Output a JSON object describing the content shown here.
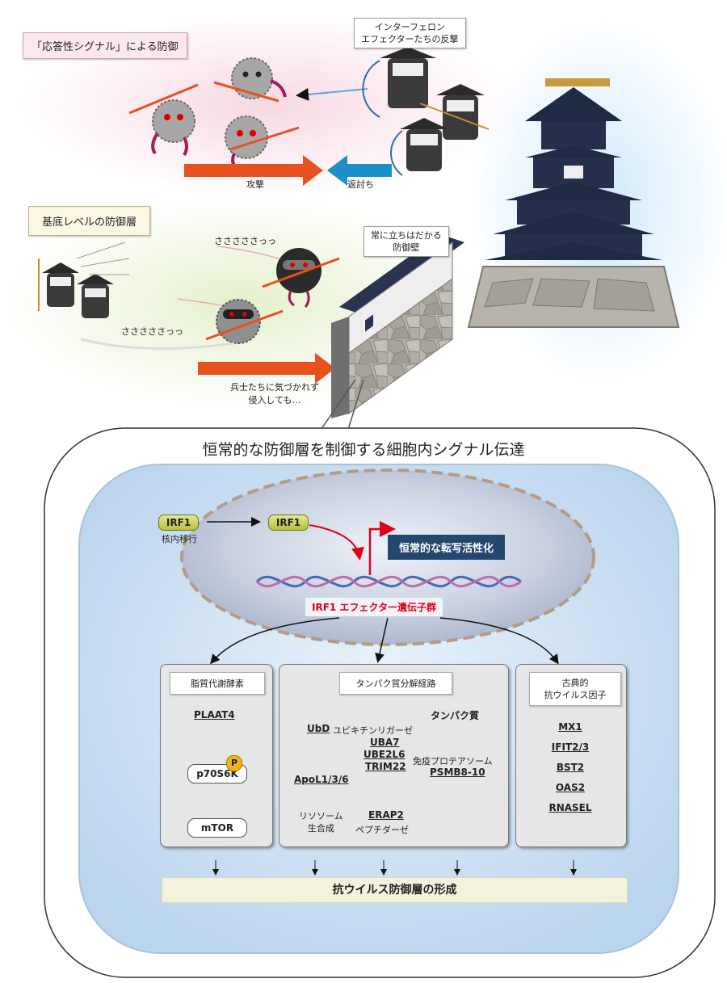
{
  "top": {
    "title": "「応答性シグナル」による防御",
    "interferon_label": [
      "インターフェロン",
      "エフェクターたちの反撃"
    ],
    "attack_label": "攻撃",
    "counter_label": "返討ち"
  },
  "middle": {
    "title": "基底レベルの防御層",
    "wall_label": [
      "常に立ちはだかる",
      "防御壁"
    ],
    "sneak_text_1": "さささささっっ",
    "sneak_text_2": "さささささっっ",
    "invade_label": [
      "兵士たちに気づかれず",
      "侵入しても…"
    ]
  },
  "cell": {
    "title": "恒常的な防御層を制御する細胞内シグナル伝達",
    "irf1_a": "IRF1",
    "nuclear_translocation": "核内移行",
    "irf1_b": "IRF1",
    "transcription": "恒常的な転写活性化",
    "effector_genes": "IRF1 エフェクター遺伝子群",
    "box_lipid": {
      "title": "脂質代謝酵素",
      "plaat4": "PLAAT4",
      "p": "P",
      "p70s6k": "p70S6K",
      "mtor": "mTOR"
    },
    "box_protein": {
      "title": "タンパク質分解経路",
      "ubd": "UbD",
      "ligase": "ユビキチンリガーゼ",
      "uba7": "UBA7",
      "ube2l6": "UBE2L6",
      "trim22": "TRIM22",
      "protein": "タンパク質",
      "immunoproteasome": "免疫プロテアソーム",
      "psmb": "PSMB8-10",
      "apol": "ApoL1/3/6",
      "lysosome": [
        "リソソーム",
        "生合成"
      ],
      "erap2": "ERAP2",
      "peptidase": "ペプチダーゼ"
    },
    "box_antiviral": {
      "title": [
        "古典的",
        "抗ウイルス因子"
      ],
      "genes": [
        "MX1",
        "IFIT2/3",
        "BST2",
        "OAS2",
        "RNASEL"
      ]
    },
    "result": "抗ウイルス防御層の形成"
  },
  "colors": {
    "attack_arrow": "#e8501e",
    "counter_arrow": "#1e8fc8",
    "effector_red": "#e0001a",
    "transcription_bg": "#24476e",
    "irf1": "#c8cf52",
    "cell_fill": "#cfe1f3",
    "castle_roof": "#1f2a44"
  },
  "icons": [
    "virus-icon",
    "soldier-icon",
    "ninja-virus-icon",
    "castle-icon",
    "wall-icon",
    "dna-icon",
    "proteasome-icon",
    "ubiquitin-icon"
  ]
}
